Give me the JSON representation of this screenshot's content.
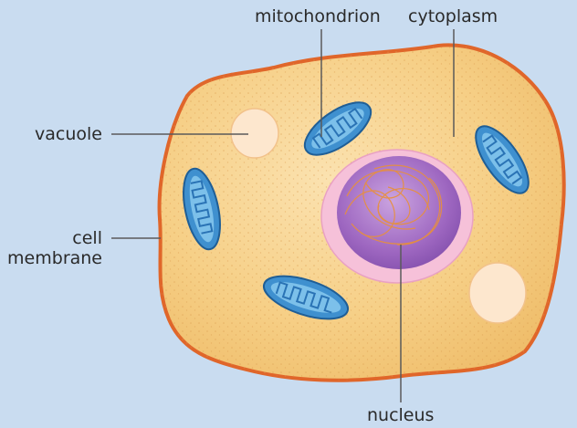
{
  "labels": {
    "mitochondrion": "mitochondrion",
    "cytoplasm": "cytoplasm",
    "vacuole": "vacuole",
    "cell_line1": "cell",
    "cell_line2": "membrane",
    "nucleus": "nucleus"
  },
  "colors": {
    "background": "#c9dcf0",
    "membrane": "#e0662a",
    "cytoplasm": "#f6cf86",
    "mitochondrion": "#3f90cf",
    "nucleus": "#9d66c0",
    "nuclear_envelope": "#f6c1d9",
    "vacuole": "#fde7ce",
    "leader_line": "#5a5a5a"
  }
}
